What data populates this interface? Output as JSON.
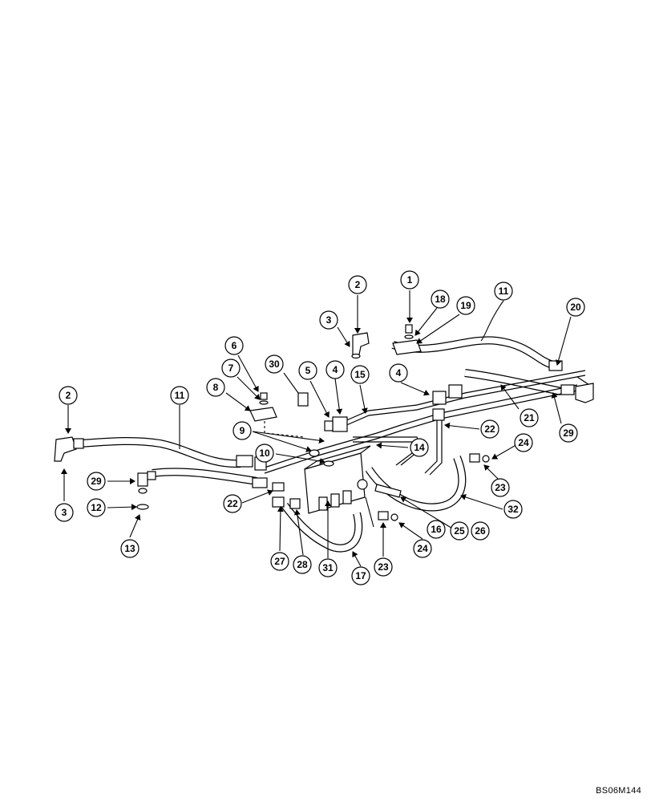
{
  "diagram": {
    "code": "BS06M144",
    "callouts": [
      "1",
      "2",
      "2",
      "3",
      "3",
      "4",
      "4",
      "5",
      "6",
      "7",
      "8",
      "9",
      "10",
      "11",
      "11",
      "12",
      "13",
      "14",
      "15",
      "16",
      "17",
      "18",
      "19",
      "20",
      "21",
      "22",
      "22",
      "23",
      "23",
      "24",
      "24",
      "25",
      "26",
      "27",
      "28",
      "29",
      "29",
      "30",
      "31",
      "32"
    ]
  }
}
